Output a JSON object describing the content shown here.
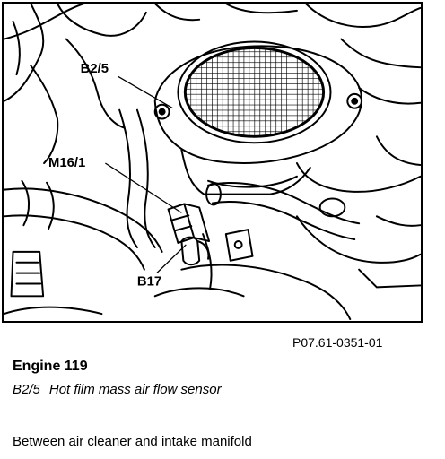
{
  "diagram": {
    "callouts": {
      "b2_5": "B2/5",
      "m16_1": "M16/1",
      "b17": "B17"
    }
  },
  "caption": {
    "figure_id": "P07.61-0351-01",
    "title": "Engine 119",
    "component_code": "B2/5",
    "component_name": "Hot film mass air flow sensor",
    "location": "Between air cleaner and intake manifold"
  }
}
